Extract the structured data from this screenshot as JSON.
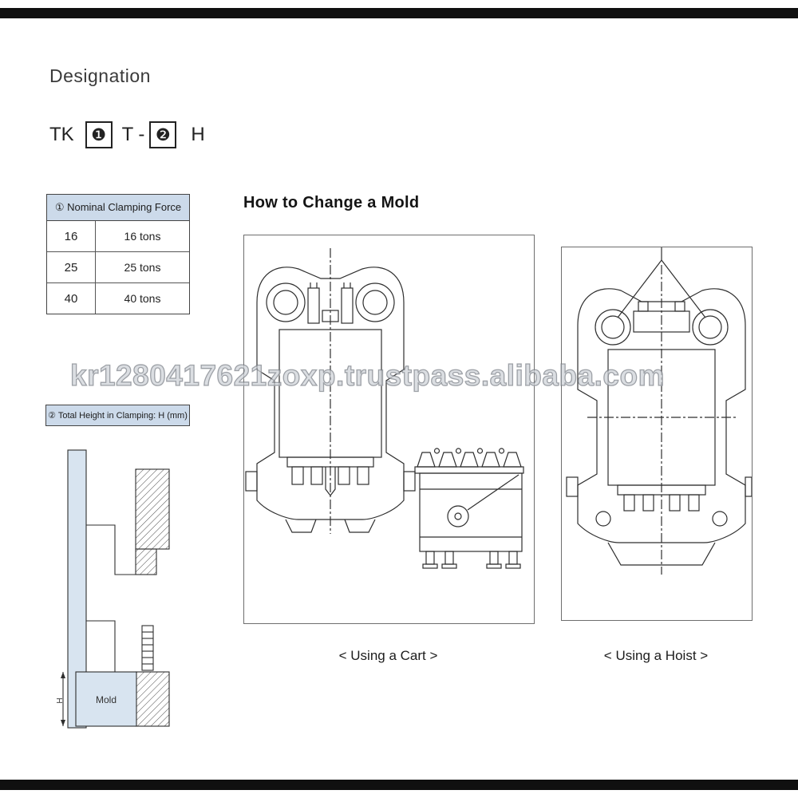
{
  "colors": {
    "table_header_bg": "#ccdaea",
    "mold_fill": "#d8e4f0",
    "line_color": "#2e2e2e",
    "border_bar": "#101010"
  },
  "designation": {
    "title": "Designation",
    "code": {
      "prefix": "TK",
      "num1": "❶",
      "mid": "T",
      "dash": "-",
      "num2": "❷",
      "suffix": "H"
    }
  },
  "clamping_table": {
    "header": "① Nominal Clamping Force",
    "rows": [
      {
        "code": "16",
        "force": "16 tons"
      },
      {
        "code": "25",
        "force": "25 tons"
      },
      {
        "code": "40",
        "force": "40 tons"
      }
    ]
  },
  "mold_change": {
    "title": "How to Change a Mold",
    "cart_caption": "< Using a Cart >",
    "hoist_caption": "< Using a Hoist >"
  },
  "height_section": {
    "label": "② Total Height in Clamping: H (mm)",
    "mold_label": "Mold",
    "dimension_label": "H"
  },
  "watermark": "kr1280417621zoxp.trustpass.alibaba.com"
}
